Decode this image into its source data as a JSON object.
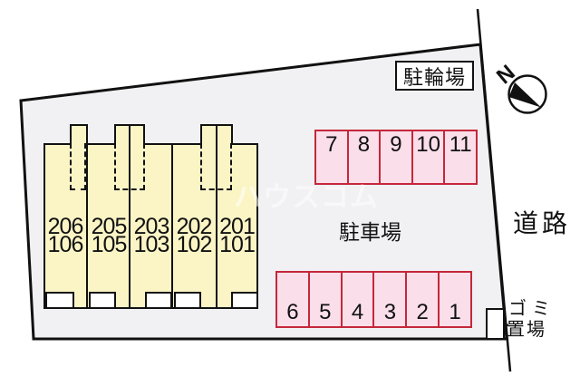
{
  "site": {
    "bicycle_area_label": "駐輪場",
    "parking_lot_label": "駐車場",
    "road_label": "道路",
    "garbage_label_line1": "ゴミ",
    "garbage_label_line2": "置場",
    "compass_north_label": "N",
    "watermark": "ハウスコム"
  },
  "building": {
    "units": [
      {
        "upper": "206",
        "lower": "106"
      },
      {
        "upper": "205",
        "lower": "105"
      },
      {
        "upper": "203",
        "lower": "103"
      },
      {
        "upper": "202",
        "lower": "102"
      },
      {
        "upper": "201",
        "lower": "101"
      }
    ]
  },
  "parking": {
    "top_row_numbers": [
      "7",
      "8",
      "9",
      "10",
      "11"
    ],
    "bottom_row_numbers": [
      "6",
      "5",
      "4",
      "3",
      "2",
      "1"
    ]
  },
  "colors": {
    "property_fill": "#f1f1f3",
    "building_fill": "#fbf5c6",
    "parking_fill": "#fadee9",
    "parking_border": "#c5273a",
    "outline": "#111111"
  }
}
